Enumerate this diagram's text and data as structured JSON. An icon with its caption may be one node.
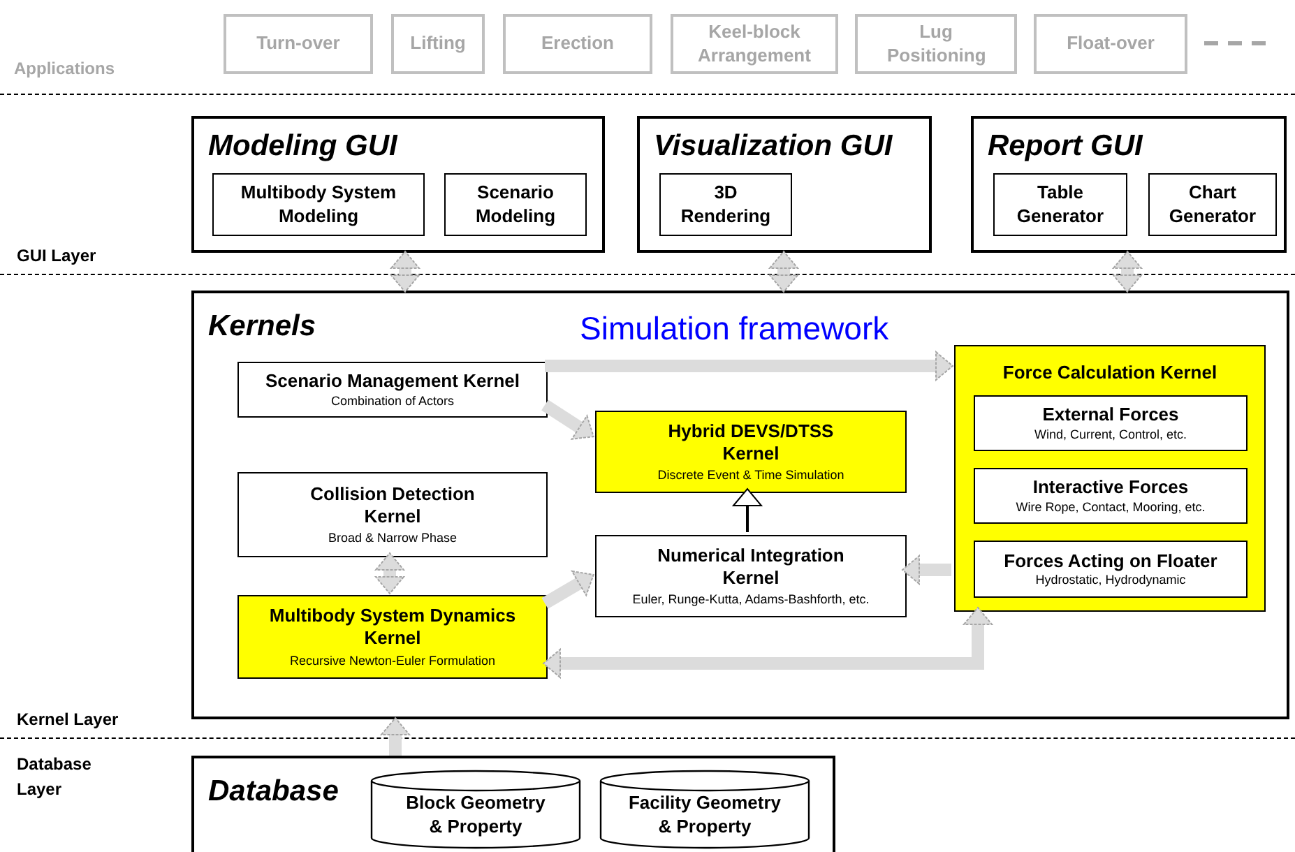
{
  "diagram": {
    "nodes": [
      {
        "text": [
          "Turn-over"
        ]
      },
      {
        "text": [
          "Lifting"
        ]
      },
      {
        "text": [
          "Erection"
        ]
      },
      {
        "text": [
          "Keel-block Arrangement"
        ]
      },
      {
        "text": [
          "Lug Positioning"
        ]
      },
      {
        "text": [
          "Float-over"
        ]
      },
      {
        "text": [
          "Modeling GUI"
        ]
      },
      {
        "text": [
          "Multibody System Modeling"
        ],
        "in": 6
      },
      {
        "text": [
          "Scenario Modeling"
        ],
        "in": 6
      },
      {
        "text": [
          "Visualization GUI"
        ]
      },
      {
        "text": [
          "3D Rendering"
        ],
        "in": 9
      },
      {
        "text": [
          "Report GUI"
        ]
      },
      {
        "text": [
          "Table Generator"
        ],
        "in": 11
      },
      {
        "text": [
          "Chart Generator"
        ],
        "in": 11
      },
      {
        "text": [
          "Kernels",
          "Simulation framework"
        ]
      },
      {
        "text": [
          "Scenario Management Kernel",
          "Combination of Actors"
        ],
        "in": 14
      },
      {
        "text": [
          "Hybrid DEVS/DTSS Kernel",
          "Discrete Event & Time Simulation"
        ],
        "in": 14
      },
      {
        "text": [
          "Collision Detection Kernel",
          "Broad & Narrow Phase"
        ],
        "in": 14
      },
      {
        "text": [
          "Numerical Integration Kernel",
          "Euler, Runge-Kutta, Adams-Bashforth, etc."
        ],
        "in": 14
      },
      {
        "text": [
          "Multibody System Dynamics Kernel",
          "Recursive Newton-Euler Formulation"
        ],
        "in": 14
      },
      {
        "text": [
          "Force Calculation Kernel"
        ],
        "in": 14
      },
      {
        "text": [
          "External Forces",
          "Wind, Current, Control, etc."
        ],
        "in": 20
      },
      {
        "text": [
          "Interactive Forces",
          "Wire Rope, Contact, Mooring, etc."
        ],
        "in": 20
      },
      {
        "text": [
          "Forces Acting on Floater",
          "Hydrostatic, Hydrodynamic"
        ],
        "in": 20
      },
      {
        "text": [
          "Database"
        ]
      },
      {
        "text": [
          "Block Geometry & Property"
        ],
        "in": 24
      },
      {
        "text": [
          "Facility Geometry & Property"
        ],
        "in": 24
      }
    ],
    "edges": [
      {
        "from": 6,
        "to": 14,
        "arrow": "both",
        "style": "dashed"
      },
      {
        "from": 9,
        "to": 14,
        "arrow": "both",
        "style": "dashed"
      },
      {
        "from": 11,
        "to": 14,
        "arrow": "both",
        "style": "dashed"
      },
      {
        "from": 15,
        "to": 20,
        "arrow": "to",
        "style": "dashed"
      },
      {
        "from": 15,
        "to": 16,
        "arrow": "to",
        "style": "dashed"
      },
      {
        "from": 18,
        "to": 16,
        "arrow": "to",
        "color": "#000000"
      },
      {
        "from": 17,
        "to": 19,
        "arrow": "both",
        "style": "dashed"
      },
      {
        "from": 19,
        "to": 18,
        "arrow": "to",
        "style": "dashed"
      },
      {
        "from": 20,
        "to": 18,
        "arrow": "to",
        "style": "dashed"
      },
      {
        "from": 20,
        "to": 19,
        "arrow": "both",
        "style": "dashed"
      },
      {
        "from": 24,
        "to": 14,
        "arrow": "to",
        "style": "dashed"
      }
    ],
    "labels": [
      "Applications",
      "GUI Layer",
      "Kernel Layer",
      "Database Layer"
    ]
  }
}
